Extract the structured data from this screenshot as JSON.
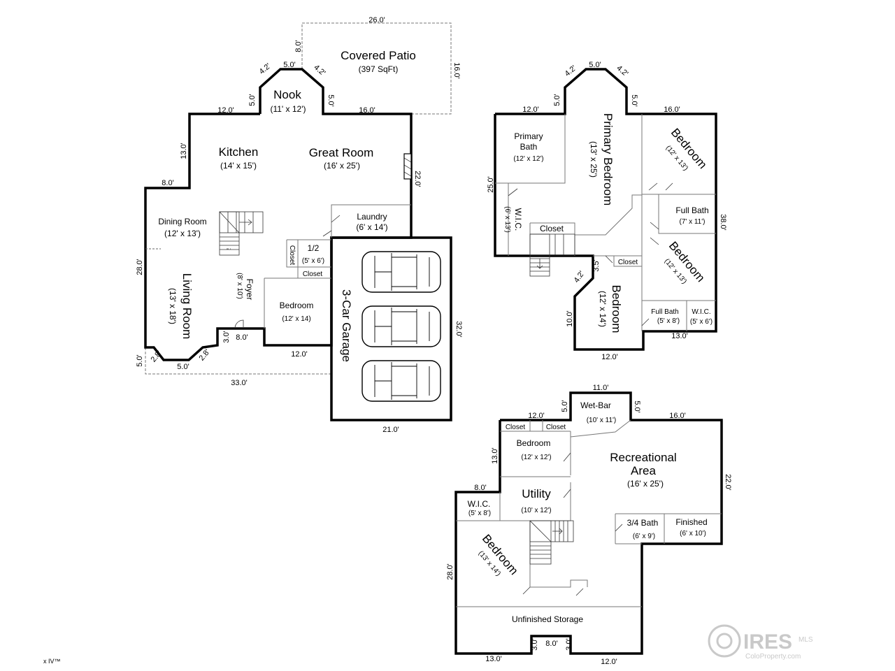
{
  "main": {
    "rooms": {
      "covered_patio": {
        "name": "Covered Patio",
        "size": "(397 SqFt)"
      },
      "nook": {
        "name": "Nook",
        "size": "(11' x 12')"
      },
      "kitchen": {
        "name": "Kitchen",
        "size": "(14' x 15')"
      },
      "great_room": {
        "name": "Great Room",
        "size": "(16' x 25')"
      },
      "dining_room": {
        "name": "Dining Room",
        "size": "(12' x 13')"
      },
      "laundry": {
        "name": "Laundry",
        "size": "(6' x 14')"
      },
      "half_bath": {
        "name": "1/2",
        "size": "(5' x 6')"
      },
      "closet_a": {
        "name": "Closet"
      },
      "closet_b": {
        "name": "Closet"
      },
      "foyer": {
        "name": "Foyer",
        "size": "(8' x 10')"
      },
      "living_room": {
        "name": "Living Room",
        "size": "(13' x 18')"
      },
      "bedroom": {
        "name": "Bedroom",
        "size": "(12' x 14)"
      },
      "garage": {
        "name": "3-Car Garage"
      }
    },
    "dims": {
      "d26": "26.0'",
      "d8a": "8.0'",
      "d16a": "16.0'",
      "d42a": "4.2'",
      "d5a": "5.0'",
      "d42b": "4.2'",
      "d5b": "5.0'",
      "d5c": "5.0'",
      "d12a": "12.0'",
      "d16b": "16.0'",
      "d13": "13.0'",
      "d22": "22.0'",
      "d8b": "8.0'",
      "d28": "28.0'",
      "d3": "3.0'",
      "d8c": "8.0'",
      "d12b": "12.0'",
      "d5d": "5.0'",
      "d28a": "2.8'",
      "d5e": "5.0'",
      "d28b": "2.8'",
      "d33": "33.0'",
      "d32": "32.0'",
      "d21": "21.0'"
    }
  },
  "upper": {
    "rooms": {
      "primary_bath": {
        "name": "Primary",
        "name2": "Bath",
        "size": "(12' x 12')"
      },
      "primary_bedroom": {
        "name": "Primary Bedroom",
        "size": "(13' x 25')"
      },
      "bedroom_a": {
        "name": "Bedroom",
        "size": "(12' x 13')"
      },
      "full_bath_a": {
        "name": "Full Bath",
        "size": "(7' x 11')"
      },
      "wic": {
        "name": "W.I.C.",
        "size": "(6' x 13')"
      },
      "closet": {
        "name": "Closet"
      },
      "closet_b": {
        "name": "Closet"
      },
      "bedroom_b": {
        "name": "Bedroom",
        "size": "(12' x 13')"
      },
      "bedroom_c": {
        "name": "Bedroom",
        "size": "(12' x 14')"
      },
      "full_bath_b": {
        "name": "Full Bath",
        "size": "(5' x 8')"
      },
      "wic_b": {
        "name": "W.I.C.",
        "size": "(5' x 6')"
      }
    },
    "dims": {
      "d42a": "4.2'",
      "d5a": "5.0'",
      "d42b": "4.2'",
      "d12": "12.0'",
      "d5b": "5.0'",
      "d5c": "5.0'",
      "d16": "16.0'",
      "d25": "25.0'",
      "d38": "38.0'",
      "d35": "3.5'",
      "d42c": "4.2'",
      "d10": "10.0'",
      "d13": "13.0'",
      "d12b": "12.0'"
    }
  },
  "lower": {
    "rooms": {
      "wet_bar": {
        "name": "Wet-Bar",
        "size": "(10' x 11')"
      },
      "closet_a": {
        "name": "Closet"
      },
      "closet_b": {
        "name": "Closet"
      },
      "bedroom_a": {
        "name": "Bedroom",
        "size": "(12' x 12')"
      },
      "rec": {
        "name": "Recreational",
        "name2": "Area",
        "size": "(16' x 25')"
      },
      "utility": {
        "name": "Utility",
        "size": "(10' x 12')"
      },
      "wic": {
        "name": "W.I.C.",
        "size": "(5' x 8')"
      },
      "bath": {
        "name": "3/4 Bath",
        "size": "(6' x 9')"
      },
      "finished": {
        "name": "Finished",
        "size": "(6' x 10')"
      },
      "bedroom_b": {
        "name": "Bedroom",
        "size": "(13' x 14')"
      },
      "storage": {
        "name": "Unfinished Storage"
      }
    },
    "dims": {
      "d11": "11.0'",
      "d5a": "5.0'",
      "d5b": "5.0'",
      "d12": "12.0'",
      "d16": "16.0'",
      "d13a": "13.0'",
      "d22": "22.0'",
      "d8": "8.0'",
      "d28": "28.0'",
      "d3a": "3.0'",
      "d8b": "8.0'",
      "d3b": "3.0'",
      "d13b": "13.0'",
      "d12b": "12.0'"
    }
  },
  "footer": {
    "software_mark": "x IV™",
    "logo_text": "IRES",
    "logo_small": "MLS",
    "logo_site": "ColoProperty.com"
  }
}
